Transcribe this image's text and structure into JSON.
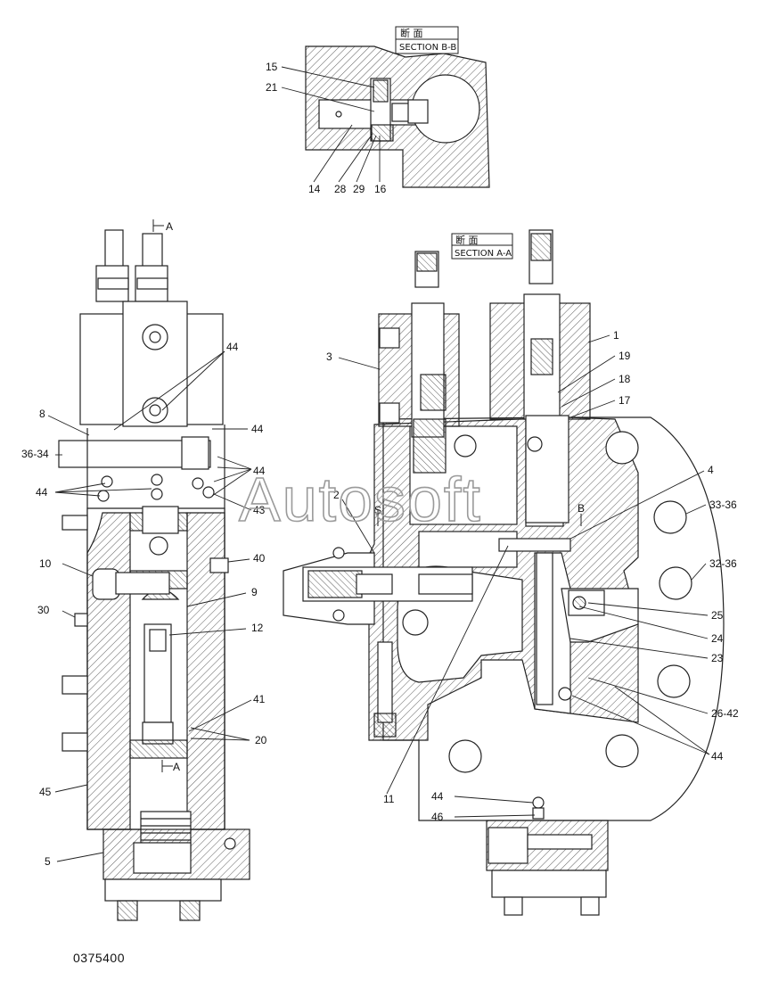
{
  "section_bb": {
    "kanji": "断 面",
    "label": "SECTION B-B"
  },
  "section_aa": {
    "kanji": "断 面",
    "label": "SECTION A-A"
  },
  "watermark": "Autosoft",
  "document_number": "0375400",
  "cut_markers": {
    "a_top": "A",
    "a_bottom": "A",
    "b": "B",
    "s": "S"
  },
  "callouts_section_bb": [
    "15",
    "21",
    "14",
    "28",
    "29",
    "16"
  ],
  "callouts_left_view": [
    "8",
    "36-34",
    "44",
    "44",
    "44",
    "44",
    "43",
    "10",
    "40",
    "9",
    "12",
    "30",
    "41",
    "20",
    "45",
    "5"
  ],
  "callouts_section_aa": [
    "3",
    "1",
    "19",
    "18",
    "17",
    "4",
    "2",
    "33-36",
    "32-36",
    "25",
    "24",
    "23",
    "26-42",
    "44",
    "11",
    "44",
    "46"
  ]
}
